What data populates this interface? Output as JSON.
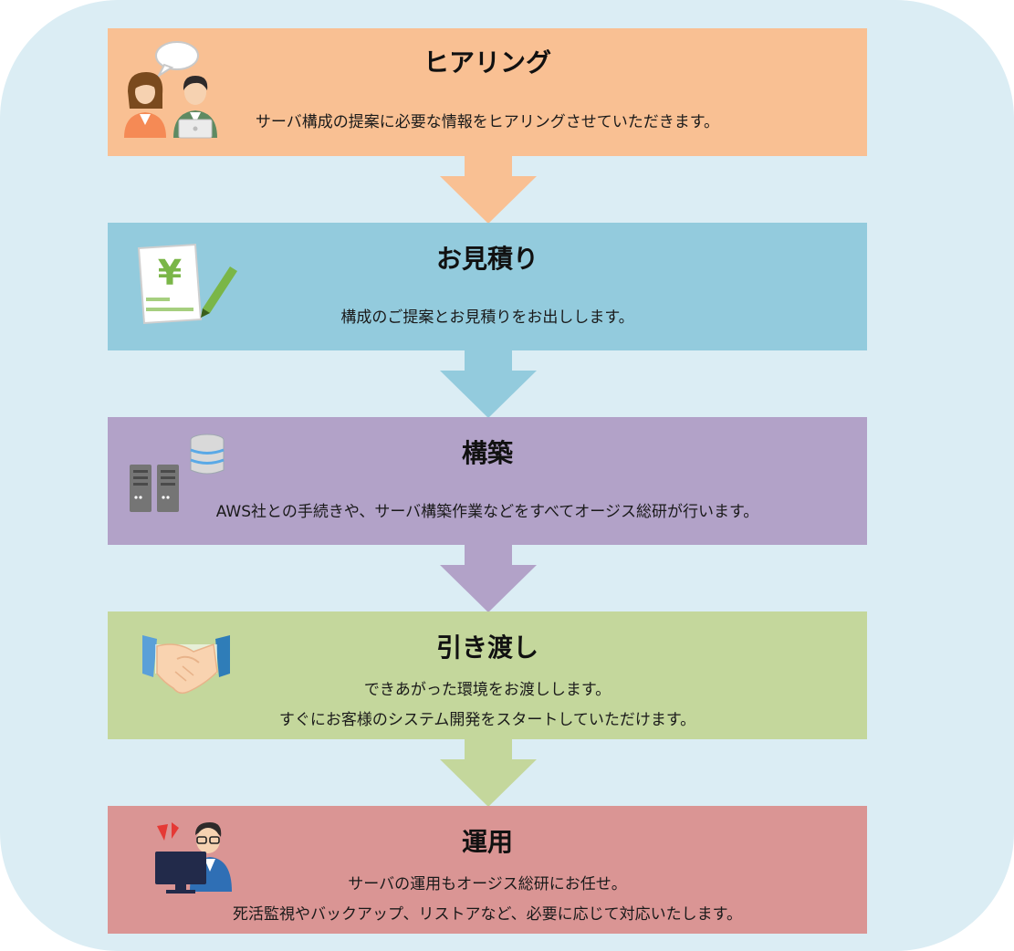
{
  "steps": [
    {
      "title": "ヒアリング",
      "description": [
        "サーバ構成の提案に必要な情報をヒアリングさせていただきます。"
      ],
      "color": "#f9c093",
      "icon": "consultation-people-icon"
    },
    {
      "title": "お見積り",
      "description": [
        "構成のご提案とお見積りをお出しします。"
      ],
      "color": "#93cbdd",
      "icon": "yen-estimate-icon"
    },
    {
      "title": "構築",
      "description": [
        "AWS社との手続きや、サーバ構築作業などをすべてオージス総研が行います。"
      ],
      "color": "#b2a2c8",
      "icon": "server-database-icon"
    },
    {
      "title": "引き渡し",
      "description": [
        "できあがった環境をお渡しします。",
        "すぐにお客様のシステム開発をスタートしていただけます。"
      ],
      "color": "#c4d79c",
      "icon": "handshake-icon"
    },
    {
      "title": "運用",
      "description": [
        "サーバの運用もオージス総研にお任せ。",
        "死活監視やバックアップ、リストアなど、必要に応じて対応いたします。"
      ],
      "color": "#da9594",
      "icon": "monitoring-operator-icon"
    }
  ]
}
